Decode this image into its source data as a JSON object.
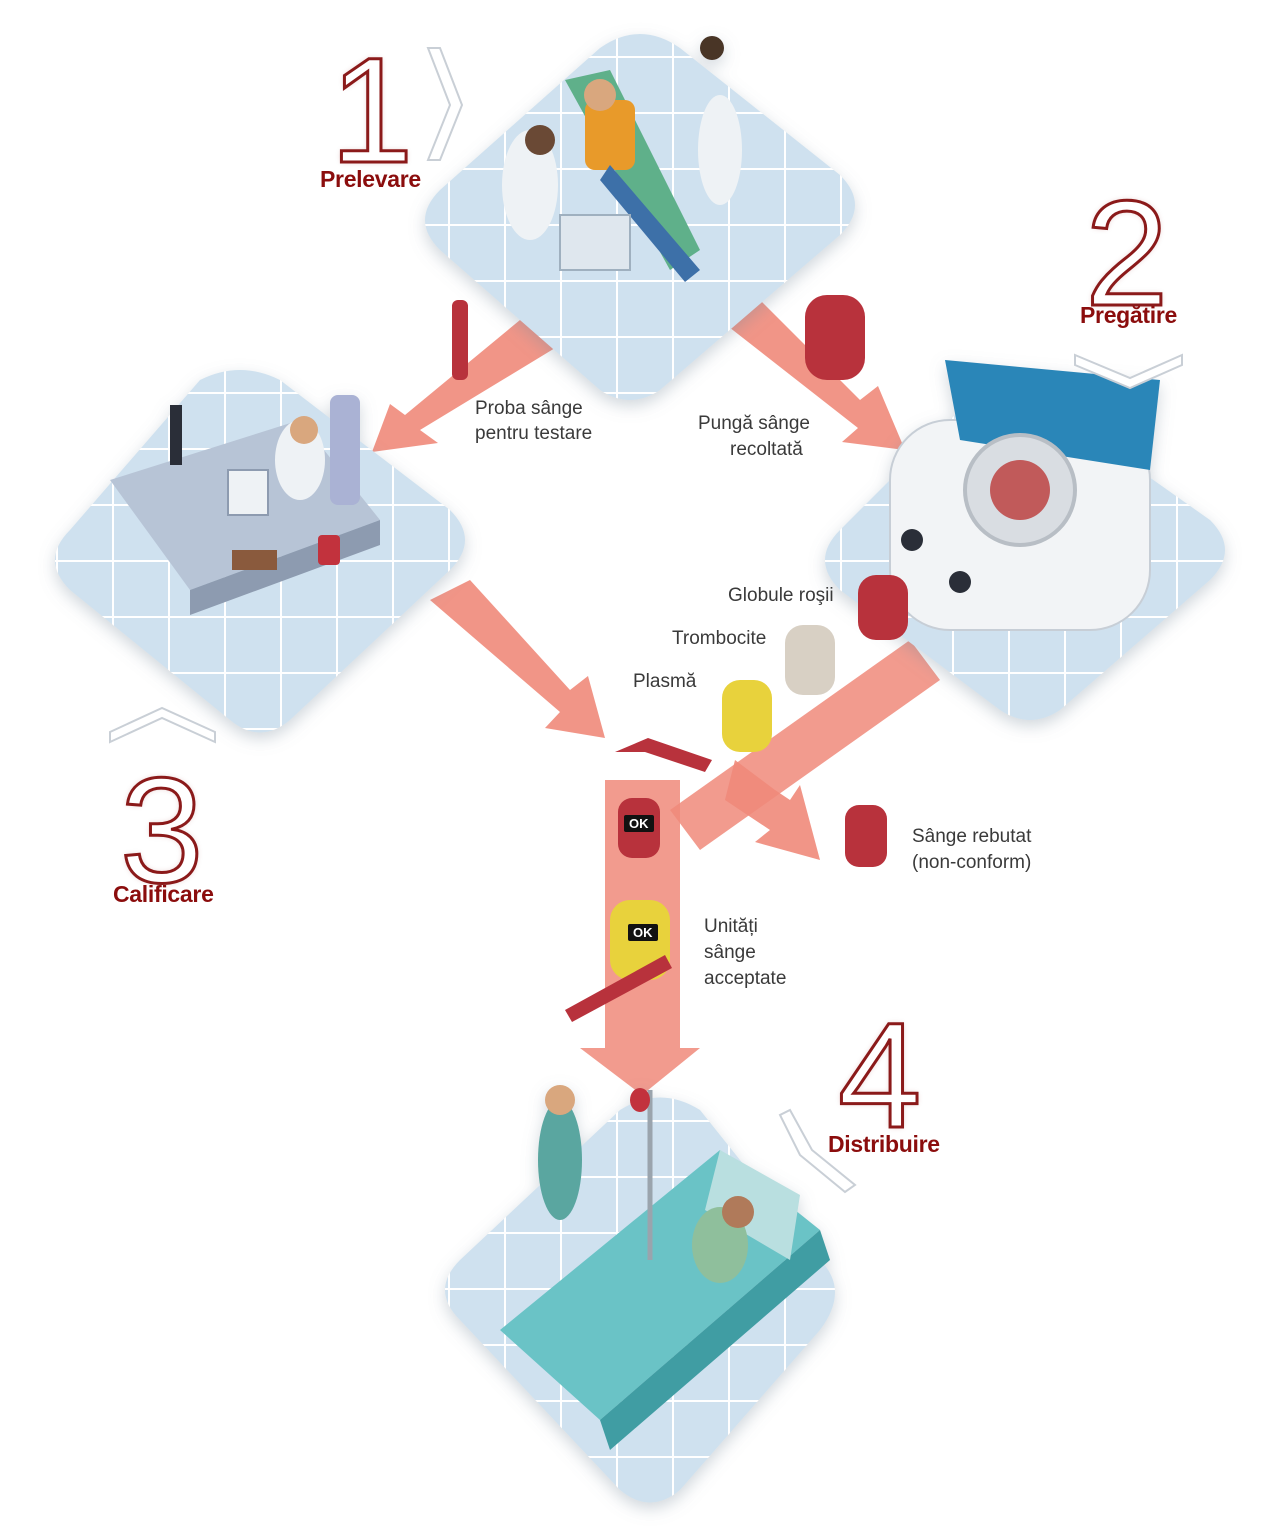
{
  "steps": [
    {
      "number": "1",
      "title": "Prelevare"
    },
    {
      "number": "2",
      "title": "Pregătire"
    },
    {
      "number": "3",
      "title": "Calificare"
    },
    {
      "number": "4",
      "title": "Distribuire"
    }
  ],
  "labels": {
    "sample_line1": "Proba sânge",
    "sample_line2": "pentru testare",
    "bag_line1": "Pungă sânge",
    "bag_line2": "recoltată",
    "red_cells": "Globule roşii",
    "platelets": "Trombocite",
    "plasma": "Plasmă",
    "rejected_line1": "Sânge rebutat",
    "rejected_line2": "(non-conform)",
    "accepted_line1": "Unități",
    "accepted_line2": "sânge",
    "accepted_line3": "acceptate",
    "ok": "OK"
  },
  "colors": {
    "arrow": "#f08a7a",
    "step_title": "#8b0d0d",
    "tile_floor": "#cfe1ef",
    "tile_grid": "#ffffff",
    "blood": "#b8323c",
    "plasma": "#e8d23c",
    "platelets": "#d8d0c4"
  }
}
